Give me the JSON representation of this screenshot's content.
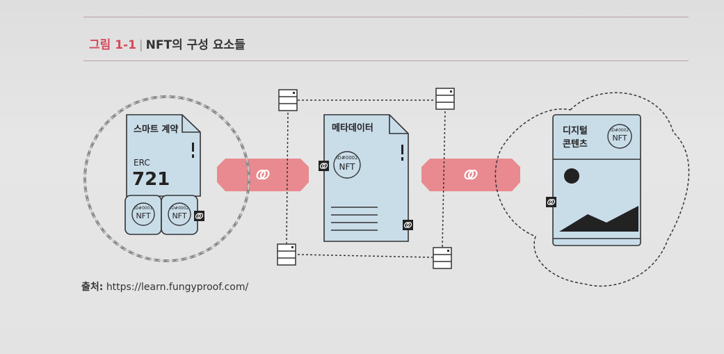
{
  "caption": {
    "figure_no": "그림 1-1",
    "title": "NFT의 구성 요소들"
  },
  "source": {
    "prefix": "출처:",
    "url": "https://learn.fungyproof.com/"
  },
  "components": {
    "smart_contract": {
      "title": "스마트 계약",
      "standard_prefix": "ERC",
      "standard_number": "721",
      "tokens": [
        {
          "id": "ID#0001",
          "label": "NFT"
        },
        {
          "id": "ID#0002",
          "label": "NFT"
        }
      ]
    },
    "metadata": {
      "title": "메타데이터",
      "token": {
        "id": "ID#0002",
        "label": "NFT"
      }
    },
    "digital_content": {
      "title_line1": "디지털",
      "title_line2": "콘텐츠",
      "token": {
        "id": "ID#0002",
        "label": "NFT"
      }
    }
  },
  "colors": {
    "card_fill": "#c9dde9",
    "link_band": "#e88a8f",
    "caption_accent": "#d6485a"
  },
  "icons": [
    "link-icon",
    "chain-border",
    "server-node-icon",
    "image-mountain-icon",
    "sun-icon"
  ]
}
